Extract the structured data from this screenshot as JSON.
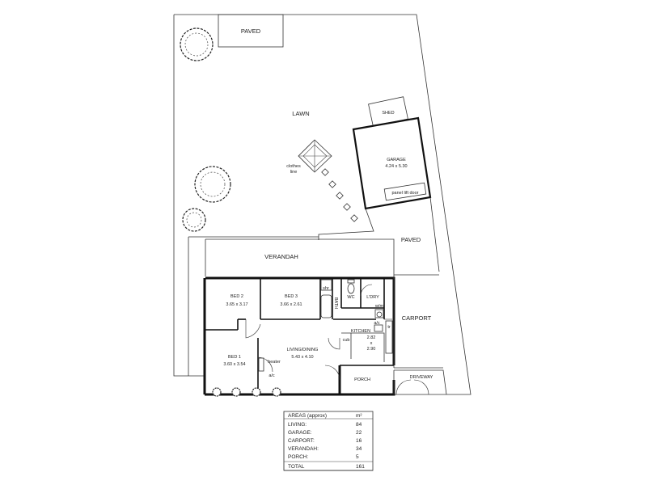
{
  "labels": {
    "paved_top": "PAVED",
    "lawn": "LAWN",
    "shed": "SHED",
    "garage": "GARAGE",
    "garage_dims": "4.24 x 5.30",
    "panel_lift_door": "panel lift door",
    "clothes_line_1": "clothes",
    "clothes_line_2": "line",
    "paved_right": "PAVED",
    "verandah": "VERANDAH",
    "bed2": "BED 2",
    "bed2_dims": "3.65 x 3.17",
    "bed3": "BED 3",
    "bed3_dims": "3.66 x 2.61",
    "shr": "shr",
    "bath": "BATH",
    "wc": "WC",
    "ldry": "L'DRY",
    "wm": "w/m",
    "tr": "tr",
    "ac_kitchen": "a/c",
    "kitchen": "KITCHEN",
    "kitchen_dims_1": "2.82",
    "kitchen_dims_2": "x",
    "kitchen_dims_3": "2.90",
    "cub": "cub",
    "carport": "CARPORT",
    "living": "LIVING/DINING",
    "living_dims": "5.43 x 4.10",
    "bed1": "BED 1",
    "bed1_dims": "3.60 x 3.54",
    "heater": "heater",
    "ac_living": "a/c",
    "porch": "PORCH",
    "driveway": "DRIVEWAY"
  },
  "areas": {
    "header": "AREAS (approx)",
    "unit": "m²",
    "rows": [
      {
        "label": "LIVING:",
        "value": "84"
      },
      {
        "label": "GARAGE:",
        "value": "22"
      },
      {
        "label": "CARPORT:",
        "value": "16"
      },
      {
        "label": "VERANDAH:",
        "value": "34"
      },
      {
        "label": "PORCH:",
        "value": "5"
      }
    ],
    "total_label": "TOTAL",
    "total_value": "161"
  }
}
